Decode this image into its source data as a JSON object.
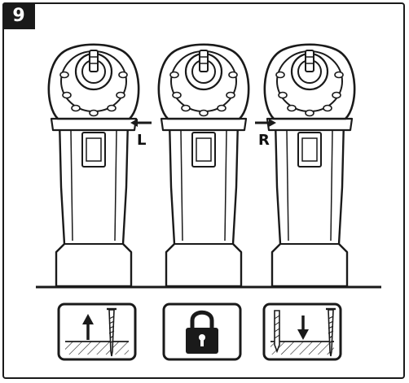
{
  "step": {
    "number": "9"
  },
  "direction": {
    "left_label": "L",
    "right_label": "R"
  },
  "modes": [
    {
      "name": "reverse-loosen",
      "icon": "screw-removal-up-arrow-icon"
    },
    {
      "name": "lock",
      "icon": "padlock-icon"
    },
    {
      "name": "forward-drive",
      "icon": "screw-drive-down-arrow-icon"
    }
  ],
  "colors": {
    "ink": "#1a1a1a",
    "paper": "#ffffff"
  }
}
